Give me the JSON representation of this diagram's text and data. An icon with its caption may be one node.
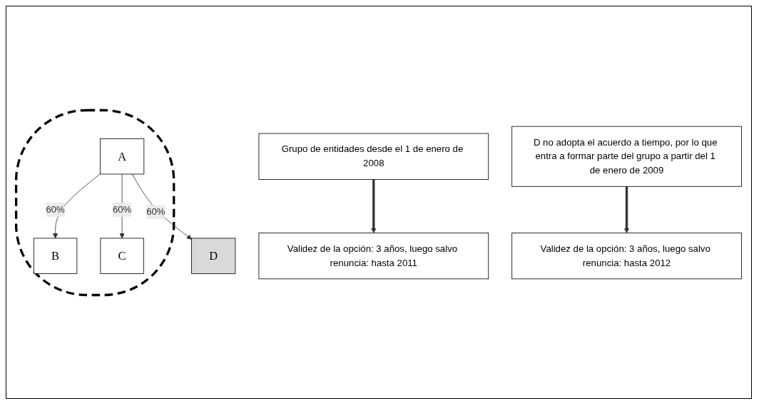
{
  "diagram": {
    "nodes": [
      {
        "text": [],
        "shape": "ellipse"
      },
      {
        "text": [
          "A"
        ],
        "in": 0
      },
      {
        "text": [
          "B"
        ],
        "in": 0
      },
      {
        "text": [
          "C"
        ],
        "in": 0
      },
      {
        "text": [
          "D"
        ]
      },
      {
        "text": [
          "Grupo de entidades desde el 1 de enero de 2008"
        ]
      },
      {
        "text": [
          "D no adopta el acuerdo a tiempo, por lo que entra a formar parte del grupo a partir del 1 de enero de 2009"
        ]
      },
      {
        "text": [
          "Validez de la opción: 3 años, luego salvo renuncia: hasta 2011"
        ]
      },
      {
        "text": [
          "Validez de la opción: 3 años, luego salvo renuncia: hasta 2012"
        ]
      }
    ],
    "edges": [
      {
        "from": 1,
        "to": 2,
        "arrow": "to",
        "label": "60%"
      },
      {
        "from": 1,
        "to": 3,
        "arrow": "to",
        "label": "60%"
      },
      {
        "from": 1,
        "to": 4,
        "arrow": "to",
        "label": "60%"
      },
      {
        "from": 5,
        "to": 7,
        "arrow": "to",
        "style": "thick"
      },
      {
        "from": 6,
        "to": 8,
        "arrow": "to",
        "style": "thick"
      }
    ]
  }
}
